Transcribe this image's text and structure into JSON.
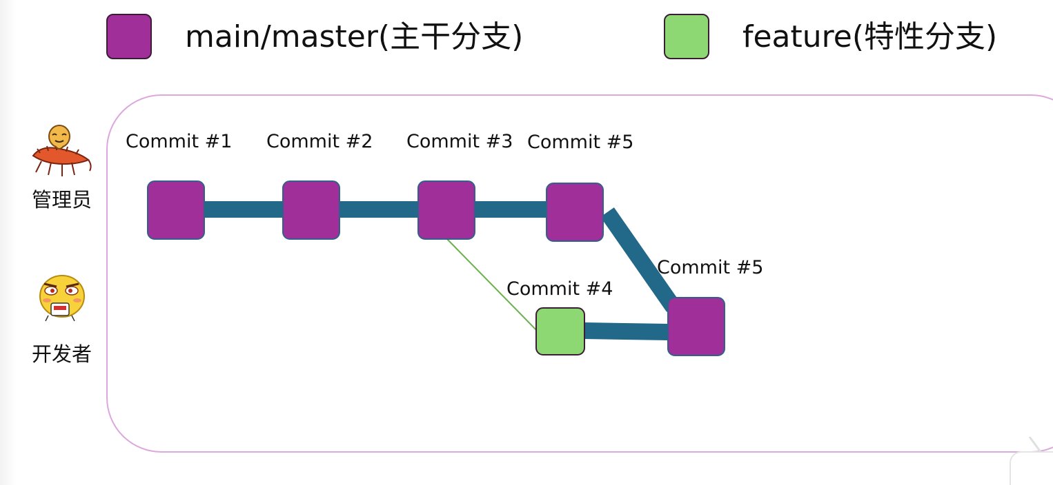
{
  "legend": {
    "main": {
      "label": "main/master(主干分支)",
      "color": "#a02f9a"
    },
    "feature": {
      "label": "feature(特性分支)",
      "color": "#8ed873"
    }
  },
  "roles": {
    "admin": {
      "label": "管理员",
      "avatar_icon": "shrimp-mascot-icon"
    },
    "developer": {
      "label": "开发者",
      "avatar_icon": "smiley-face-icon"
    }
  },
  "colors": {
    "main_commit": "#a02f9a",
    "feature_commit": "#8ed873",
    "main_line": "#216889",
    "feature_line": "#6ab04c",
    "frame_border": "#dca7dc"
  },
  "commits": [
    {
      "id": "c1",
      "label": "Commit #1",
      "branch": "main"
    },
    {
      "id": "c2",
      "label": "Commit #2",
      "branch": "main"
    },
    {
      "id": "c3",
      "label": "Commit #3",
      "branch": "main"
    },
    {
      "id": "c5a",
      "label": "Commit #5",
      "branch": "main"
    },
    {
      "id": "c4",
      "label": "Commit #4",
      "branch": "feature"
    },
    {
      "id": "c5b",
      "label": "Commit #5",
      "branch": "main"
    }
  ],
  "edges": [
    {
      "from": "c1",
      "to": "c2",
      "kind": "main"
    },
    {
      "from": "c2",
      "to": "c3",
      "kind": "main"
    },
    {
      "from": "c3",
      "to": "c5a",
      "kind": "main"
    },
    {
      "from": "c5a",
      "to": "c5b",
      "kind": "main"
    },
    {
      "from": "c4",
      "to": "c5b",
      "kind": "main"
    },
    {
      "from": "c3",
      "to": "c4",
      "kind": "feature"
    }
  ]
}
